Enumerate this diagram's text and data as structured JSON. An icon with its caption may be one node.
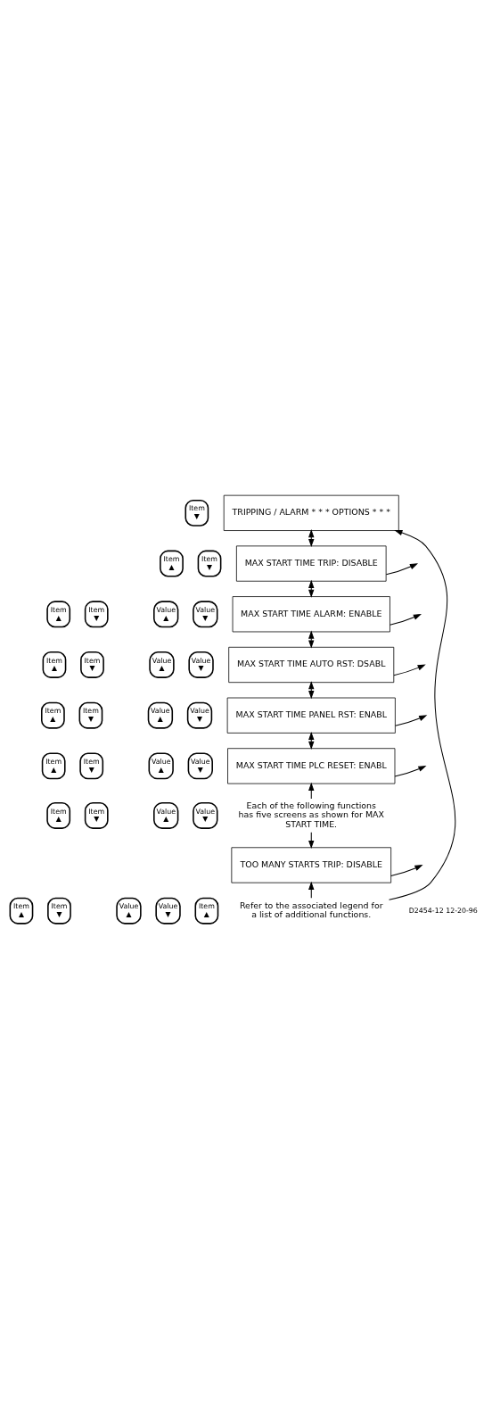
{
  "diagram": {
    "nodes": [
      {
        "text": [
          "Item",
          "▼"
        ]
      },
      {
        "text": [
          "TRIPPING / ALARM * * * OPTIONS * * *"
        ]
      },
      {
        "text": [
          "Item",
          "▲"
        ]
      },
      {
        "text": [
          "Item",
          "▼"
        ]
      },
      {
        "text": [
          "MAX START TIME TRIP: DISABLE"
        ]
      },
      {
        "text": [
          "Value",
          "▲"
        ]
      },
      {
        "text": [
          "Value",
          "▼"
        ]
      },
      {
        "text": [
          "Item",
          "▲"
        ]
      },
      {
        "text": [
          "Item",
          "▼"
        ]
      },
      {
        "text": [
          "MAX START TIME ALARM: ENABLE"
        ]
      },
      {
        "text": [
          "Value",
          "▲"
        ]
      },
      {
        "text": [
          "Value",
          "▼"
        ]
      },
      {
        "text": [
          "Item",
          "▲"
        ]
      },
      {
        "text": [
          "Item",
          "▼"
        ]
      },
      {
        "text": [
          "MAX START TIME AUTO RST: DSABL"
        ]
      },
      {
        "text": [
          "Value",
          "▲"
        ]
      },
      {
        "text": [
          "Value",
          "▼"
        ]
      },
      {
        "text": [
          "Item",
          "▲"
        ]
      },
      {
        "text": [
          "Item",
          "▼"
        ]
      },
      {
        "text": [
          "MAX START TIME PANEL RST: ENABL"
        ]
      },
      {
        "text": [
          "Value",
          "▲"
        ]
      },
      {
        "text": [
          "Value",
          "▼"
        ]
      },
      {
        "text": [
          "Item",
          "▲"
        ]
      },
      {
        "text": [
          "Item",
          "▼"
        ]
      },
      {
        "text": [
          "MAX START TIME PLC RESET: ENABL"
        ]
      },
      {
        "text": [
          "Value",
          "▲"
        ]
      },
      {
        "text": [
          "Value",
          "▼"
        ]
      },
      {
        "text": [
          "Item",
          "▲"
        ]
      },
      {
        "text": [
          "Item",
          "▼"
        ]
      },
      {
        "text": [
          "Each of the following functions has five screens as shown for MAX START TIME."
        ]
      },
      {
        "text": [
          "TOO MANY STARTS TRIP: DISABLE"
        ]
      },
      {
        "text": [
          "Value",
          "▲"
        ]
      },
      {
        "text": [
          "Value",
          "▼"
        ]
      },
      {
        "text": [
          "Item",
          "▲"
        ]
      },
      {
        "text": [
          "Item",
          "▼"
        ]
      },
      {
        "text": [
          "Refer to the associated legend for a list of additional functions."
        ]
      },
      {
        "text": [
          "Item",
          "▲"
        ]
      }
    ],
    "edges": [
      {
        "from": 35,
        "to": 1,
        "arrow": "to"
      },
      {
        "from": 1,
        "to": 4,
        "arrow": "both"
      },
      {
        "from": 4,
        "to": null,
        "arrow": "to"
      },
      {
        "from": 4,
        "to": 9,
        "arrow": "both"
      },
      {
        "from": 9,
        "to": null,
        "arrow": "to"
      },
      {
        "from": 9,
        "to": 14,
        "arrow": "both"
      },
      {
        "from": 14,
        "to": null,
        "arrow": "to"
      },
      {
        "from": 14,
        "to": 19,
        "arrow": "both"
      },
      {
        "from": 19,
        "to": null,
        "arrow": "to"
      },
      {
        "from": 19,
        "to": 24,
        "arrow": "both"
      },
      {
        "from": 24,
        "to": null,
        "arrow": "to"
      },
      {
        "from": 29,
        "to": 24,
        "arrow": "to"
      },
      {
        "from": 29,
        "to": 30,
        "arrow": "to"
      },
      {
        "from": 30,
        "to": null,
        "arrow": "to"
      },
      {
        "from": 35,
        "to": 30,
        "arrow": "to"
      }
    ],
    "labels": [
      "D2454-12 12-20-96"
    ]
  }
}
